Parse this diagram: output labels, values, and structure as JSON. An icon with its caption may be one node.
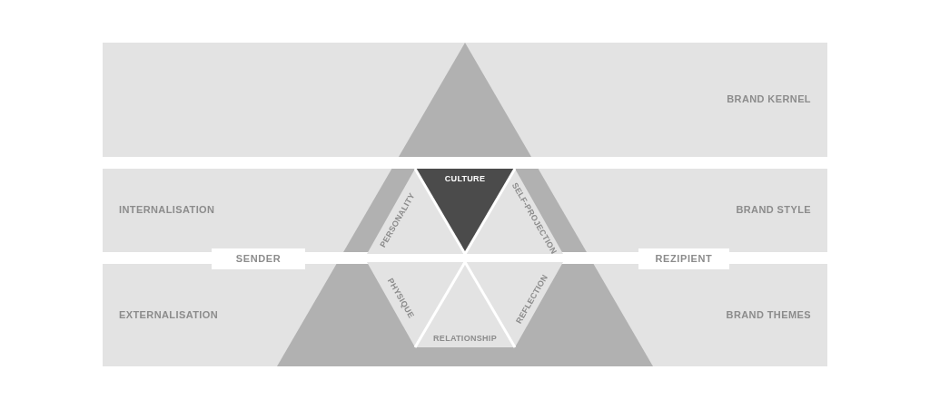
{
  "diagram": {
    "nodes": [
      {
        "text": [
          "BRAND KERNEL"
        ]
      },
      {
        "text": [
          "INTERNALISATION",
          "BRAND STYLE"
        ]
      },
      {
        "text": [
          "EXTERNALISATION",
          "BRAND THEMES"
        ]
      },
      {
        "text": [
          "SENDER"
        ]
      },
      {
        "text": [
          "REZIPIENT"
        ]
      },
      {
        "text": [
          "CULTURE"
        ],
        "in": 1
      },
      {
        "text": [
          "PERSONALITY"
        ],
        "in": 1
      },
      {
        "text": [
          "SELF-PROJECTION"
        ],
        "in": 1
      },
      {
        "text": [
          "PHYSIQUE"
        ],
        "in": 2
      },
      {
        "text": [
          "REFLECTION"
        ],
        "in": 2
      },
      {
        "text": [
          "RELATIONSHIP"
        ],
        "in": 2
      }
    ]
  }
}
